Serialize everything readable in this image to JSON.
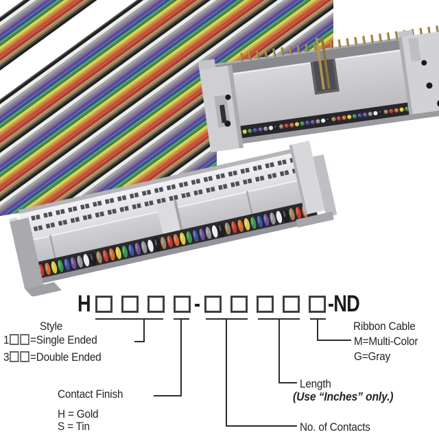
{
  "part_number": {
    "prefix": "H",
    "style_box_count": 4,
    "separator": "-",
    "spec_box_count": 5,
    "suffix": "-ND"
  },
  "diagram": {
    "style": {
      "title": "Style",
      "options": [
        {
          "prefix": "1",
          "suffix": "=Single Ended"
        },
        {
          "prefix": "3",
          "suffix": "=Double Ended"
        }
      ]
    },
    "contact_finish": {
      "title": "Contact Finish",
      "options": [
        "H = Gold",
        "S = Tin"
      ]
    },
    "number_of_contacts": {
      "title": "No. of Contacts"
    },
    "length": {
      "title": "Length",
      "note": "(Use “Inches” only.)"
    },
    "ribbon_cable": {
      "title": "Ribbon Cable",
      "options": [
        "M=Multi-Color",
        "G=Gray"
      ]
    }
  },
  "photo": {
    "wire_colors_cycle": [
      "#9d8557",
      "#bf3a31",
      "#cc6a31",
      "#d9c94a",
      "#3e8f4b",
      "#3c509d",
      "#6b5097",
      "#93939a",
      "#ececea",
      "#202023"
    ],
    "connector_colors": {
      "top_light": "#f2f2f4",
      "top_dark": "#dddde0",
      "face_light": "#d8d8da",
      "face_dark": "#bcbcbf",
      "shadow": "#9b9ba0",
      "slot_dark": "#27272b",
      "pin_gold": "#b3954f",
      "screw_black": "#1b1b1f"
    }
  }
}
